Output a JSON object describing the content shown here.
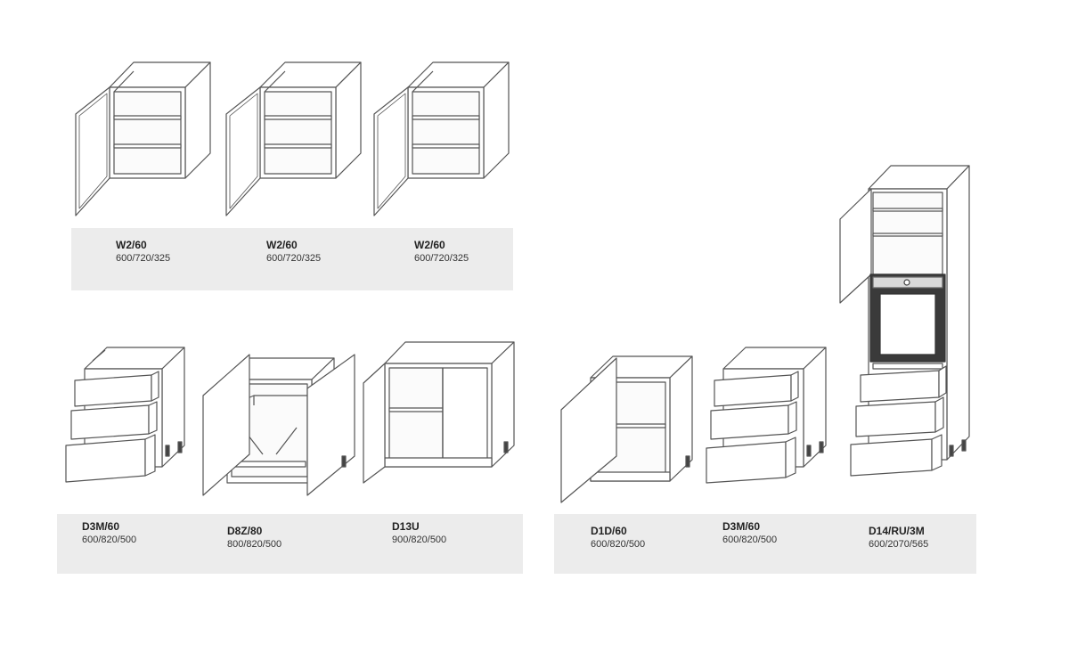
{
  "cabinets": [
    {
      "code": "W2/60",
      "dimensions": "600/720/325"
    },
    {
      "code": "W2/60",
      "dimensions": "600/720/325"
    },
    {
      "code": "W2/60",
      "dimensions": "600/720/325"
    },
    {
      "code": "D3M/60",
      "dimensions": "600/820/500"
    },
    {
      "code": "D8Z/80",
      "dimensions": "800/820/500"
    },
    {
      "code": "D13U",
      "dimensions": "900/820/500"
    },
    {
      "code": "D1D/60",
      "dimensions": "600/820/500"
    },
    {
      "code": "D3M/60",
      "dimensions": "600/820/500"
    },
    {
      "code": "D14/RU/3M",
      "dimensions": "600/2070/565"
    }
  ],
  "colors": {
    "band": "#ececec",
    "line": "#555555",
    "oven_frame": "#444444"
  }
}
